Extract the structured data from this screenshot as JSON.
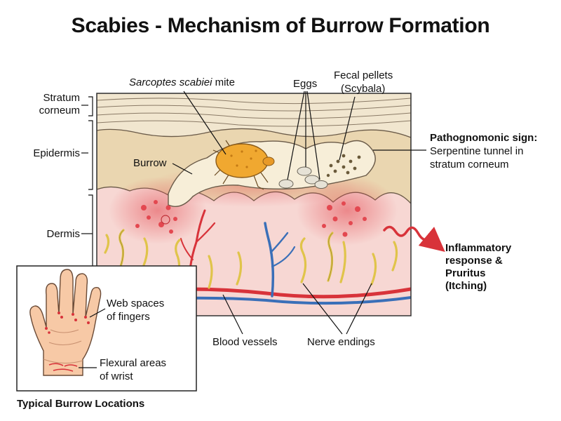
{
  "title": "Scabies - Mechanism of Burrow Formation",
  "layers": {
    "stratum_corneum_line1": "Stratum",
    "stratum_corneum_line2": "corneum",
    "epidermis": "Epidermis",
    "dermis": "Dermis"
  },
  "labels": {
    "mite_italic": "Sarcoptes scabiei",
    "mite_suffix": " mite",
    "eggs": "Eggs",
    "fecal_line1": "Fecal pellets",
    "fecal_line2": "(Scybala)",
    "burrow": "Burrow",
    "sign_heading": "Pathognomonic sign:",
    "sign_line1": "Serpentine tunnel in",
    "sign_line2": "stratum corneum",
    "inflam_line1": "Inflammatory",
    "inflam_line2": "response &",
    "inflam_line3": "Pruritus",
    "inflam_line4": "(Itching)",
    "blood_vessels": "Blood vessels",
    "nerve_endings": "Nerve endings"
  },
  "inset": {
    "web_line1": "Web spaces",
    "web_line2": "of fingers",
    "wrist_line1": "Flexural areas",
    "wrist_line2": "of wrist",
    "caption": "Typical Burrow Locations"
  },
  "colors": {
    "stratum": "#f1e6cf",
    "epidermis": "#ead6b0",
    "dermis": "#f7d7d3",
    "inflammation": "#e34850",
    "artery": "#d8333a",
    "vein": "#3a6fb8",
    "nerve": "#e0c44a",
    "mite": "#f0a830"
  }
}
